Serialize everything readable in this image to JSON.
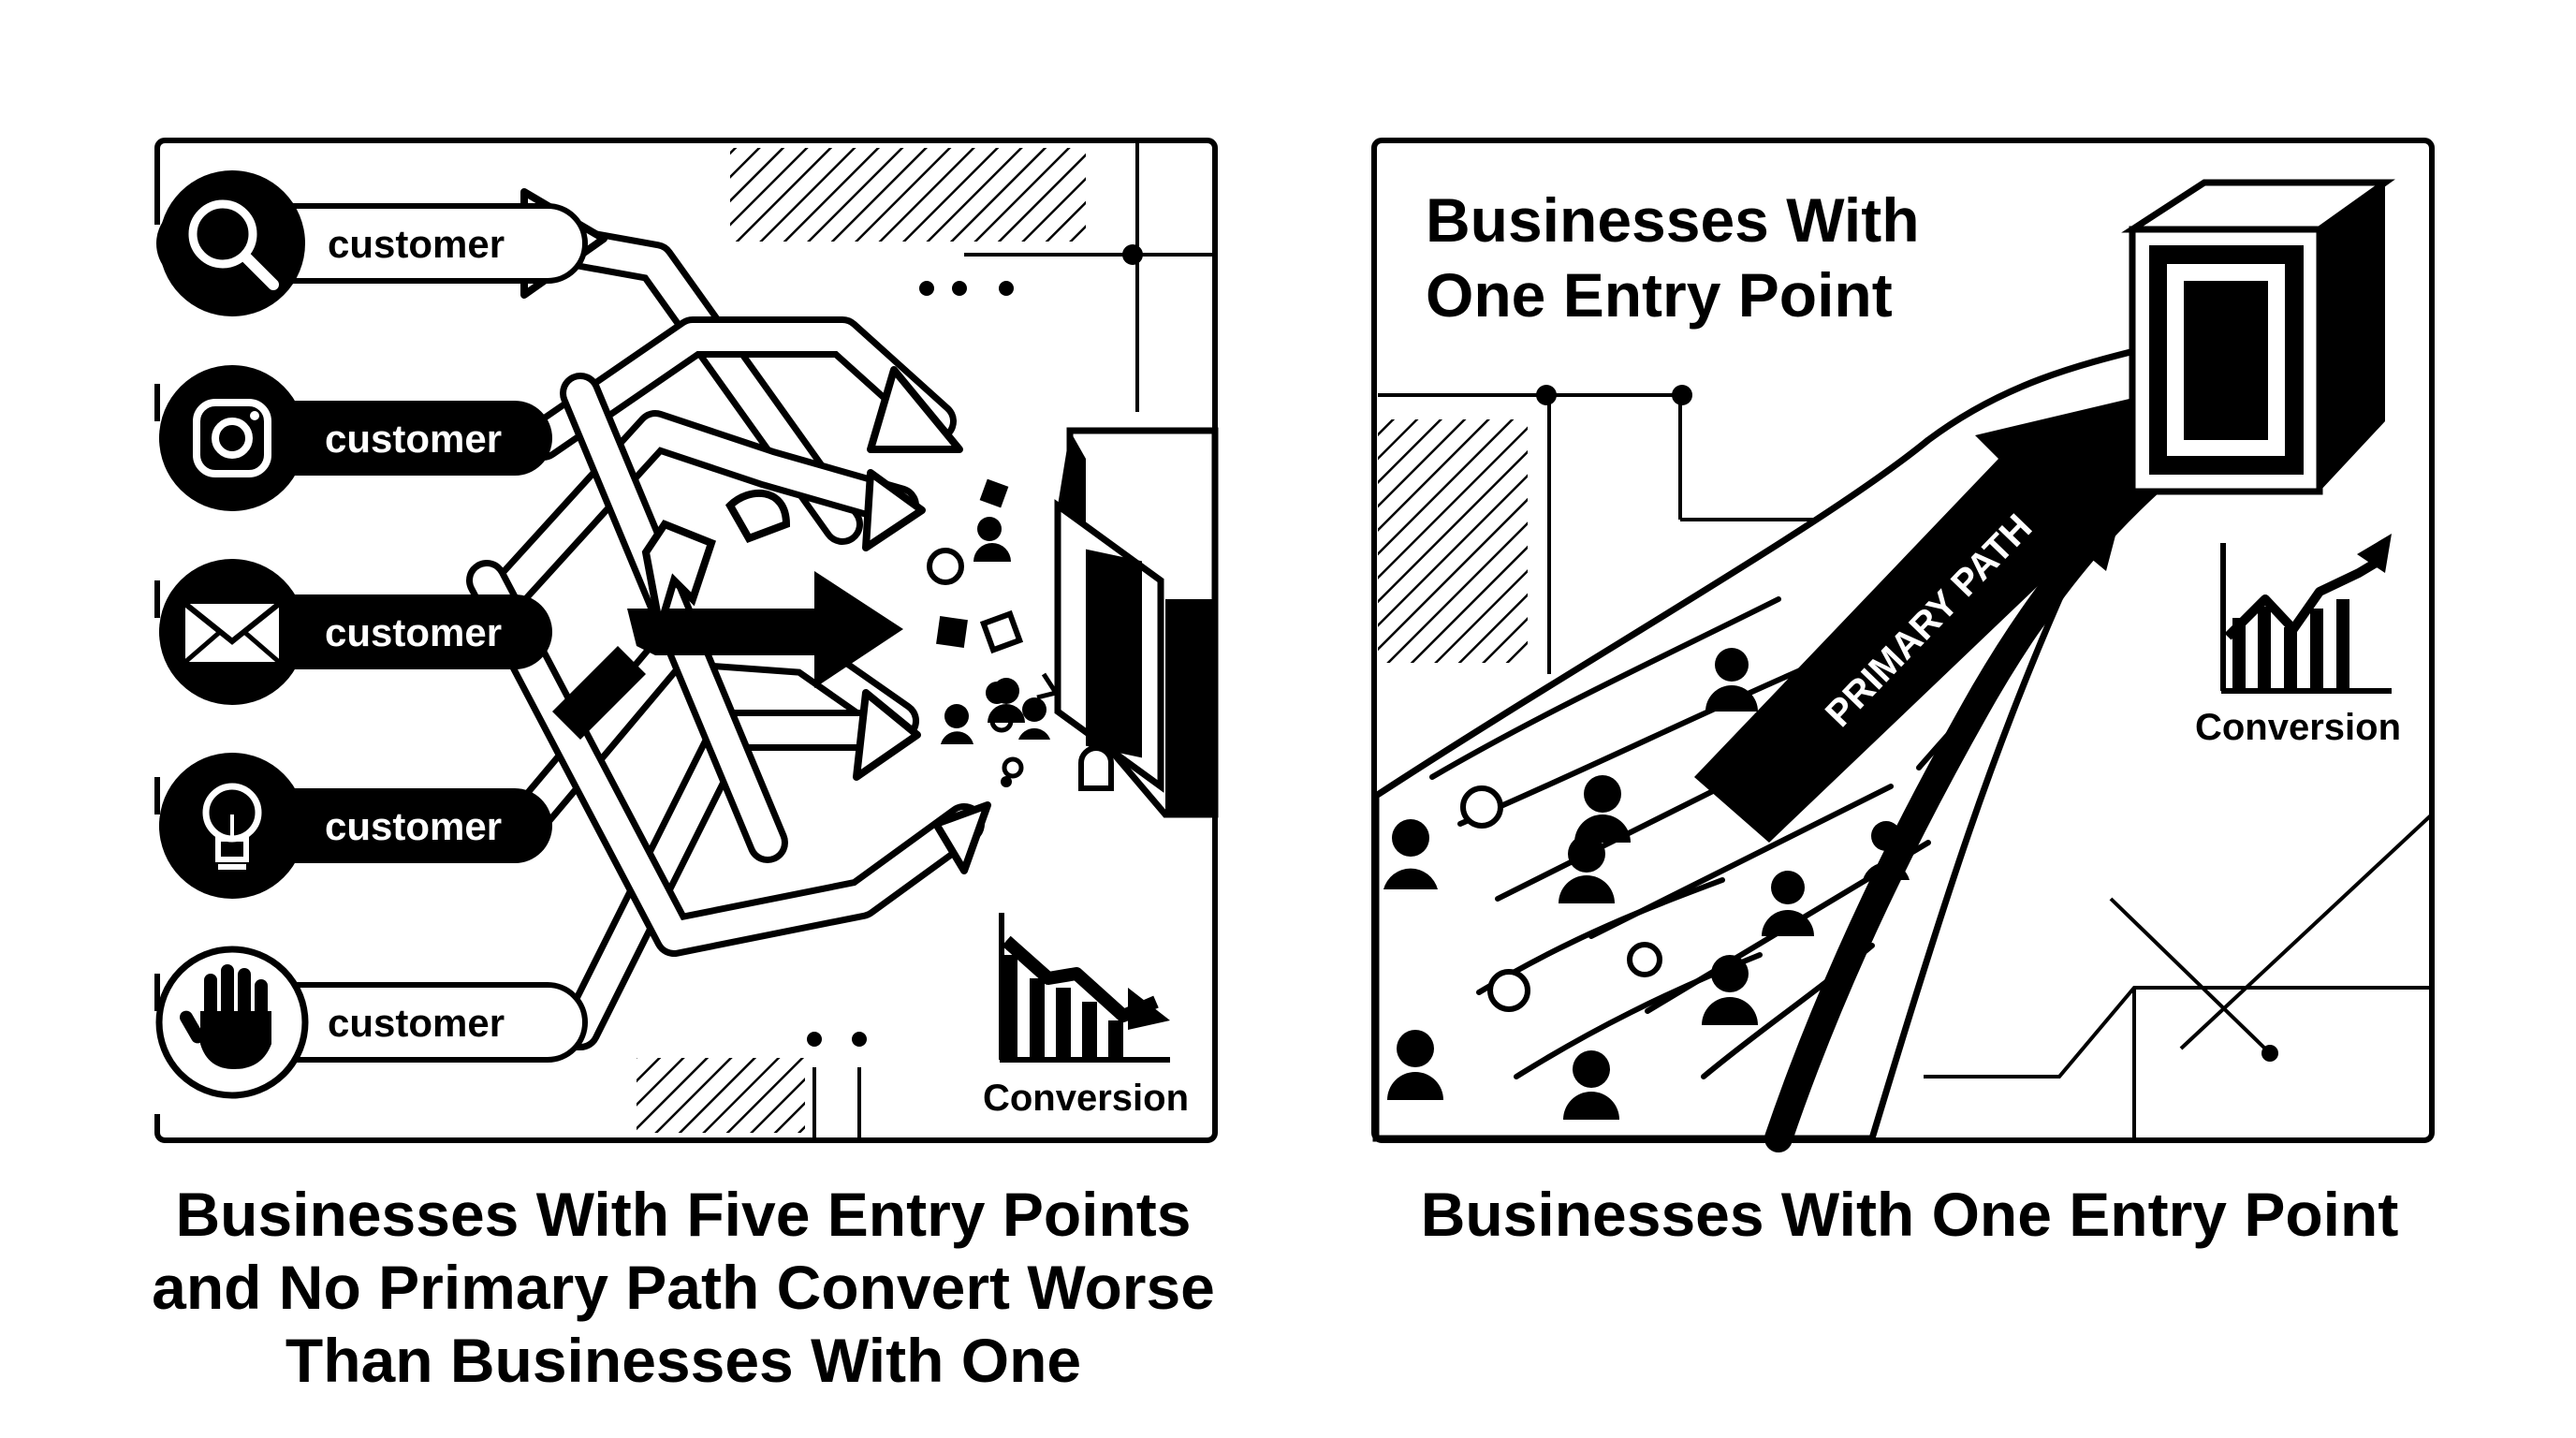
{
  "left_panel": {
    "entry_points": [
      {
        "icon": "search-icon",
        "label": "customer"
      },
      {
        "icon": "instagram-icon",
        "label": "customer"
      },
      {
        "icon": "mail-icon",
        "label": "customer"
      },
      {
        "icon": "lightbulb-icon",
        "label": "customer"
      },
      {
        "icon": "hand-icon",
        "label": "customer"
      }
    ],
    "chart_label": "Conversion",
    "chart_trend": "down",
    "caption_lines": [
      "Businesses With Five Entry Points",
      "and No Primary Path Convert Worse",
      "Than Businesses With One"
    ]
  },
  "right_panel": {
    "title_lines": [
      "Businesses With",
      "One Entry Point"
    ],
    "path_label": "PRIMARY PATH",
    "chart_label": "Conversion",
    "chart_trend": "up",
    "caption": "Businesses With One Entry Point"
  }
}
